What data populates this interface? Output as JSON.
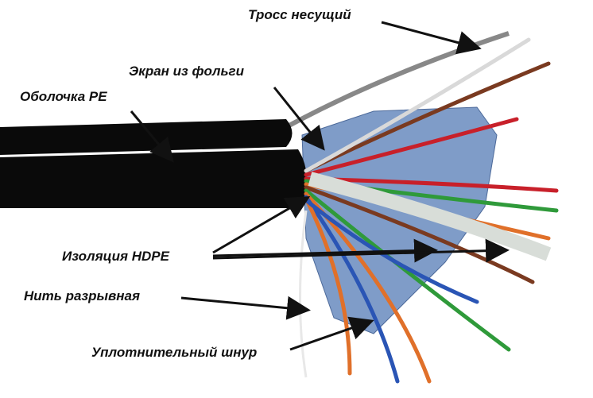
{
  "labels": {
    "messenger": "Тросс несущий",
    "foil_screen": "Экран из фольги",
    "sheath": "Оболочка PE",
    "insulation": "Изоляция HDPE",
    "ripcord": "Нить разрывная",
    "filler": "Уплотнительный шнур"
  },
  "colors": {
    "sheath": "#0a0a0a",
    "foil": "#6f8fc0",
    "wire_orange": "#e0702a",
    "wire_green": "#2f9a3a",
    "wire_blue": "#2a55b5",
    "wire_brown": "#7a3a20",
    "wire_red": "#c8202a"
  }
}
